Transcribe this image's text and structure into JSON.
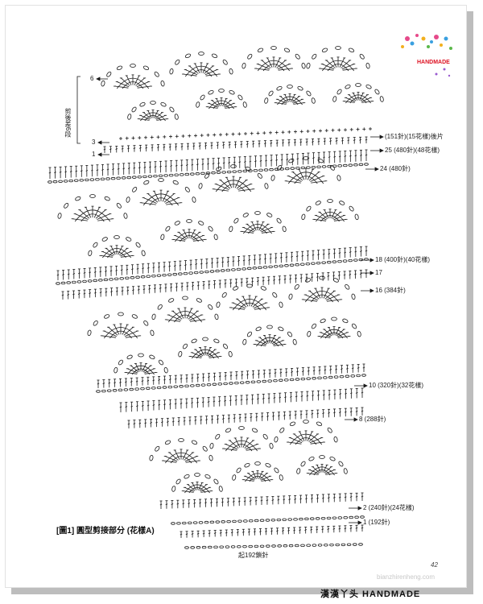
{
  "diagram": {
    "title": "[圖1] 圓型剪接部分 (花樣A)",
    "side_label": "剪後差6段",
    "start_note": "起192鎖針",
    "page_number": "42",
    "footer_brand": "漢漢丫头 HANDMADE",
    "watermark": "bianzhirenheng.com",
    "logo_text": "HANDMADE",
    "row_labels": [
      {
        "id": "r6",
        "text": "6",
        "side": "left"
      },
      {
        "id": "r3",
        "text": "3",
        "side": "left"
      },
      {
        "id": "r1l",
        "text": "1",
        "side": "left"
      },
      {
        "id": "rA",
        "text": "(151針)(15花樣)後片",
        "side": "right"
      },
      {
        "id": "r25",
        "text": "25 (480針)(48花樣)",
        "side": "right"
      },
      {
        "id": "r24",
        "text": "24 (480針)",
        "side": "right"
      },
      {
        "id": "r18",
        "text": "18 (400針)(40花樣)",
        "side": "right"
      },
      {
        "id": "r17",
        "text": "17",
        "side": "right"
      },
      {
        "id": "r16",
        "text": "16 (384針)",
        "side": "right"
      },
      {
        "id": "r10",
        "text": "10 (320針)(32花樣)",
        "side": "right"
      },
      {
        "id": "r8",
        "text": "8 (288針)",
        "side": "right"
      },
      {
        "id": "r2",
        "text": "2 (240針)(24花樣)",
        "side": "right"
      },
      {
        "id": "r1",
        "text": "1 (192針)",
        "side": "right"
      }
    ],
    "colors": {
      "ink": "#1a1a1a",
      "frame_shadow": "#bdbdbd",
      "accent": "#d12a2a"
    }
  }
}
